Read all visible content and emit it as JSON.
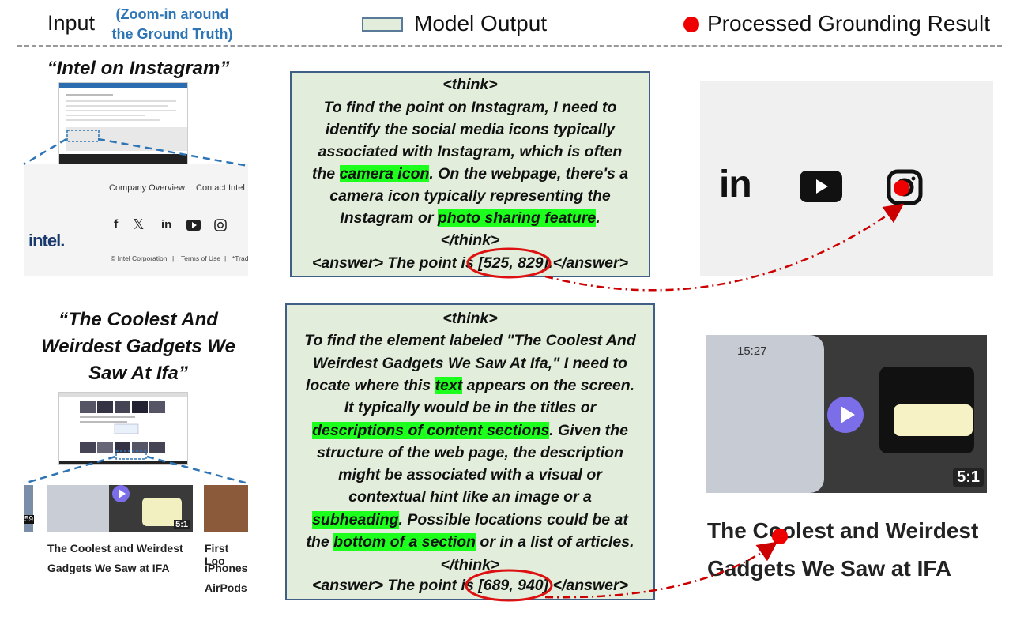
{
  "legend": {
    "input": "Input",
    "zoom_line1": "(Zoom-in around",
    "zoom_line2": "the Ground Truth)",
    "model_output": "Model Output",
    "processed": "Processed Grounding Result"
  },
  "example1": {
    "query": "“Intel on Instagram”",
    "crop": {
      "company_overview": "Company Overview",
      "contact_intel": "Contact Intel",
      "brand": "intel.",
      "copyright": "© Intel Corporation",
      "terms": "Terms of Use",
      "trad": "*Trad",
      "social_x": "𝕏",
      "social_in": "in",
      "social_f": "f"
    },
    "think_open": "<think>",
    "lines": [
      "To find the point on Instagram, I need to",
      "identify the social media icons typically",
      "associated with Instagram, which is often",
      [
        "the ",
        "camera icon",
        ". On the webpage, there's a"
      ],
      "camera icon typically representing the",
      [
        "Instagram or ",
        "photo sharing feature",
        "."
      ]
    ],
    "think_close": "</think>",
    "answer_pre": "<answer> The point is ",
    "answer_point": "[525, 829]",
    "answer_post": ".</answer>",
    "result_in": "in"
  },
  "example2": {
    "query_line1": "“The Coolest And",
    "query_line2": "Weirdest Gadgets We",
    "query_line3": "Saw At Ifa”",
    "crop": {
      "caption_line1": "The Coolest and Weirdest",
      "caption_line2": "Gadgets We Saw at IFA",
      "side_line1": "First Loo",
      "side_line2": "iPhones,",
      "side_line3": "AirPods",
      "badge": "5:1",
      "badge_left": "59"
    },
    "think_open": "<think>",
    "lines": [
      "To find the element labeled \"The Coolest And",
      "Weirdest Gadgets We Saw At Ifa,\" I need to",
      [
        "locate where this ",
        "text",
        " appears on the screen."
      ],
      "It typically would be in the titles or",
      [
        "",
        "descriptions of content sections",
        ". Given the"
      ],
      "structure of the web page, the description",
      "might be associated with a visual or",
      "contextual hint like an image or a",
      [
        "",
        "subheading",
        ". Possible locations could be at"
      ],
      [
        "the ",
        "bottom of a section",
        " or in a list of articles."
      ]
    ],
    "think_close": "</think>",
    "answer_pre": "<answer> The point is ",
    "answer_point": "[689, 940]",
    "answer_post": ".</answer>",
    "result_time": "15:27",
    "result_badge": "5:1",
    "result_title_line1": "The Coolest and Weirdest",
    "result_title_line2": "Gadgets We Saw at IFA"
  },
  "colors": {
    "model_box_fill": "#e2eedb",
    "model_box_border": "#3f5f86",
    "highlight": "#1dff1d",
    "marker": "#ee0000",
    "zoom_text": "#2e75b6",
    "arrow": "#cc0000"
  }
}
